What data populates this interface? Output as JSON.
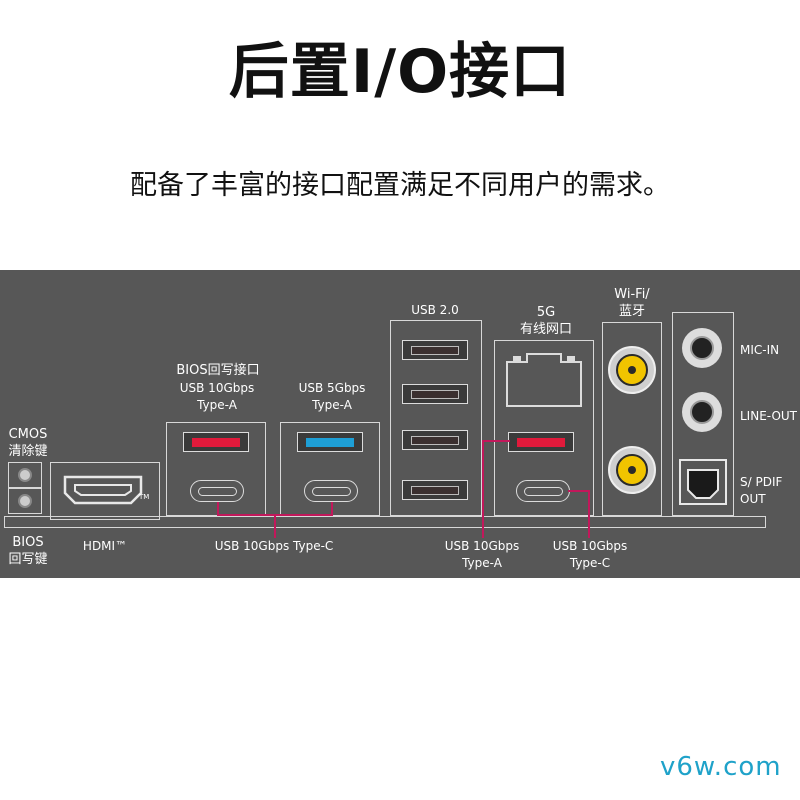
{
  "title": "后置I/O接口",
  "subtitle": "配备了丰富的接口配置满足不同用户的需求。",
  "watermark": "v6w.com",
  "colors": {
    "panel": "#575757",
    "accent_red": "#e11a3b",
    "accent_blue": "#1e9fd6",
    "antenna": "#f1c400",
    "connector": "#c2185b",
    "watermark": "#1fa2c9"
  },
  "labels": {
    "cmos_clear": "CMOS\n清除键",
    "bios_flash": "BIOS\n回写键",
    "hdmi": "HDMI™",
    "hdmi_tm": "TM",
    "bios_flash_port": "BIOS回写接口",
    "usb10a_top": "USB 10Gbps\nType-A",
    "usb5a_top": "USB 5Gbps\nType-A",
    "usb10c_bottom": "USB 10Gbps Type-C",
    "usb20": "USB 2.0",
    "lan": "5G\n有线网口",
    "wifi": "Wi-Fi/\n蓝牙",
    "usb10a_bottom": "USB 10Gbps\nType-A",
    "usb10c_right": "USB 10Gbps\nType-C",
    "mic_in": "MIC-IN",
    "line_out": "LINE-OUT",
    "spdif": "S/ PDIF\nOUT"
  }
}
